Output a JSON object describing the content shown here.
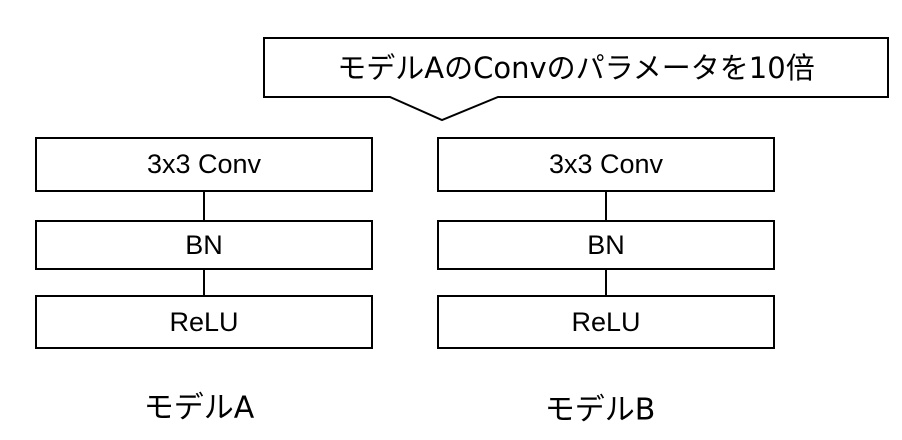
{
  "callout": {
    "text": "モデルAのConvのパラメータを10倍"
  },
  "models": [
    {
      "label": "モデルA",
      "layers": [
        "3x3 Conv",
        "BN",
        "ReLU"
      ]
    },
    {
      "label": "モデルB",
      "layers": [
        "3x3 Conv",
        "BN",
        "ReLU"
      ]
    }
  ]
}
